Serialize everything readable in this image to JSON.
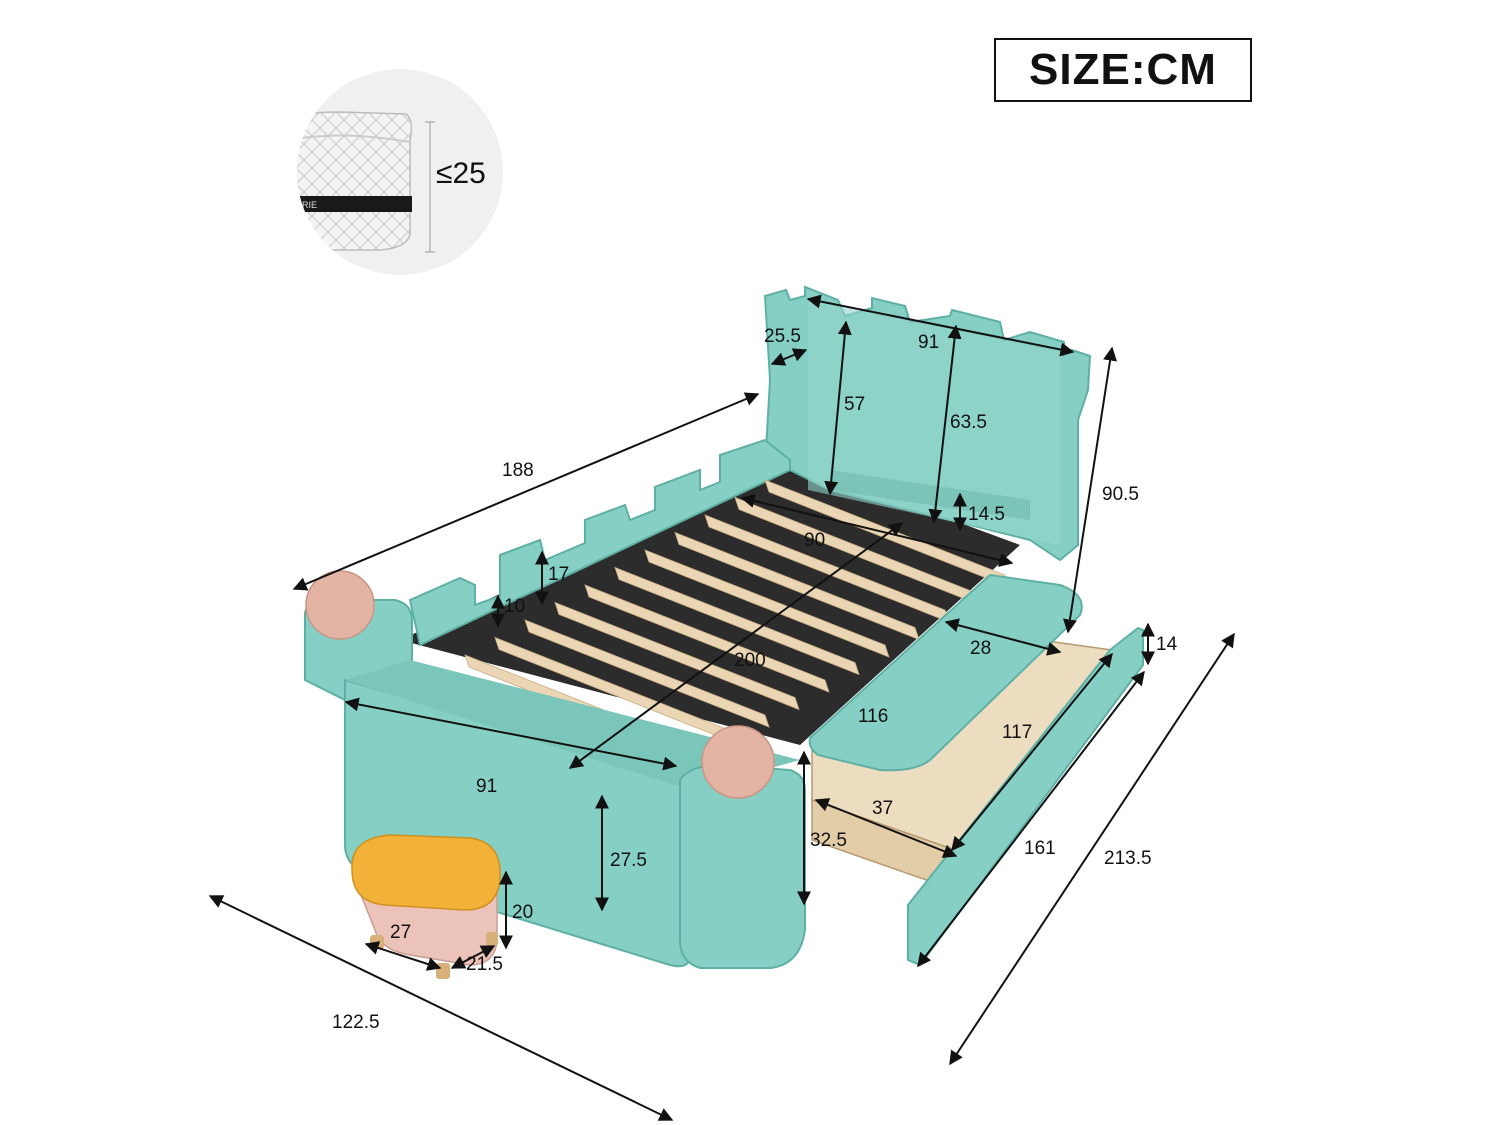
{
  "size_label": "SIZE:CM",
  "mattress": {
    "brand_text": "PRIE",
    "thickness_label": "≤25"
  },
  "colors": {
    "bed_fabric": "#86cfc4",
    "bed_shadow": "#5fb0a4",
    "slats": "#ead5b4",
    "frame_dark": "#2c2c2c",
    "ball_pink": "#e3b3a3",
    "stool_top": "#f2b23a",
    "stool_base": "#ecc3b9",
    "drawer_wood": "#ecdcc0",
    "line": "#111111"
  },
  "dimensions": {
    "headboard_width": "91",
    "headboard_depth": "25.5",
    "headboard_inner_height": "57",
    "headboard_panel_height": "63.5",
    "headboard_base_height": "14.5",
    "total_height": "90.5",
    "side_length": "188",
    "crenel_height": "17",
    "crenel_step": "10",
    "slat_width": "90",
    "slat_length": "200",
    "footboard_width": "91",
    "footboard_height": "27.5",
    "step_depth": "28",
    "step_length": "116",
    "drawer_front_height": "14",
    "drawer_length": "117",
    "drawer_width": "37",
    "drawer_height": "32.5",
    "drawer_overall": "161",
    "overall_length": "213.5",
    "overall_width": "122.5",
    "stool_height": "20",
    "stool_width": "27",
    "stool_depth": "21.5"
  }
}
